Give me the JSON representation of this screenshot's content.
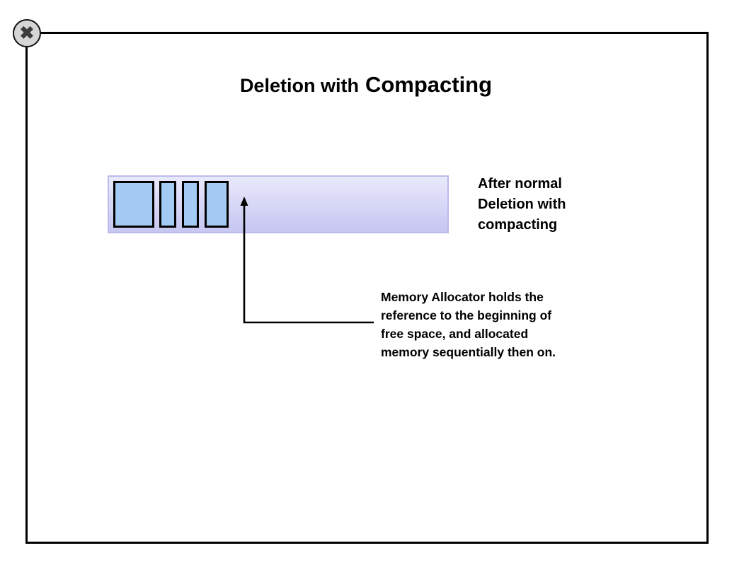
{
  "window": {
    "close_label": "✖"
  },
  "slide": {
    "title_regular": "Deletion with",
    "title_emphasis": "Compacting",
    "bar_caption": "After normal\nDeletion with\ncompacting",
    "annotation": "Memory Allocator holds the\nreference to the beginning of\nfree space, and allocated\nmemory sequentially then on."
  },
  "diagram": {
    "memory_blocks": [
      {
        "width": 58,
        "gap": 6
      },
      {
        "width": 24,
        "gap": 7
      },
      {
        "width": 24,
        "gap": 8
      },
      {
        "width": 34,
        "gap": 8
      }
    ],
    "colors": {
      "block_fill": "#a4cbf4",
      "block_border": "#000000",
      "bar_border": "#bcbcec",
      "bar_gradient_top": "#e9e9fb",
      "bar_gradient_bottom": "#c6c6f2",
      "arrow": "#000000",
      "panel_border": "#000000",
      "close_bg": "#d6d6d6"
    }
  }
}
